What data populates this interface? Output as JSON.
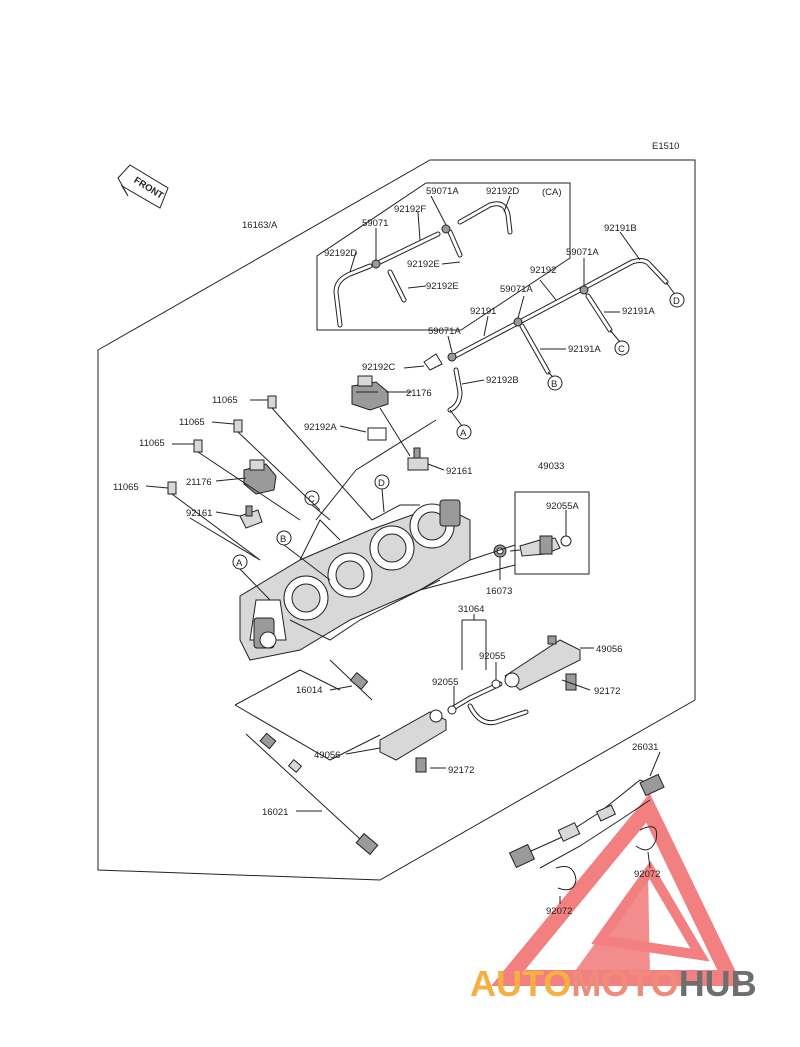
{
  "diagram": {
    "code": "E1510",
    "front_label": "FRONT",
    "variant_label": "(CA)",
    "labels": {
      "l_16163A": "16163/A",
      "l_59071A_top": "59071A",
      "l_92192D_top": "92192D",
      "l_92192F": "92192F",
      "l_59071": "59071",
      "l_92192D_left": "92192D",
      "l_92192E_a": "92192E",
      "l_92192E_b": "92192E",
      "l_92191B": "92191B",
      "l_59071A_r": "59071A",
      "l_92192": "92192",
      "l_59071A_m": "59071A",
      "l_92191A_r": "92191A",
      "l_92191": "92191",
      "l_59071A_l": "59071A",
      "l_92191A_m": "92191A",
      "l_92192C": "92192C",
      "l_92192B": "92192B",
      "l_11065_a": "11065",
      "l_21176_a": "21176",
      "l_11065_b": "11065",
      "l_92192A": "92192A",
      "l_11065_c": "11065",
      "l_92161_a": "92161",
      "l_21176_b": "21176",
      "l_11065_d": "11065",
      "l_92161_b": "92161",
      "l_49033": "49033",
      "l_92055A": "92055A",
      "l_16073": "16073",
      "l_31064": "31064",
      "l_92055_a": "92055",
      "l_92055_b": "92055",
      "l_49056_r": "49056",
      "l_92172_r": "92172",
      "l_16014": "16014",
      "l_49056_l": "49056",
      "l_92172_l": "92172",
      "l_16021": "16021",
      "l_26031": "26031",
      "l_92072_r": "92072",
      "l_92072_l": "92072"
    },
    "callouts": {
      "A": "A",
      "B": "B",
      "C": "C",
      "D": "D"
    }
  },
  "watermark": {
    "part1": "AUTO",
    "part2": "MOTO",
    "part3": "HUB",
    "colors": {
      "auto": "#f5b040",
      "moto": "#f08a7a",
      "hub": "#6e6e6e",
      "triangle": "#f06a6a"
    }
  }
}
